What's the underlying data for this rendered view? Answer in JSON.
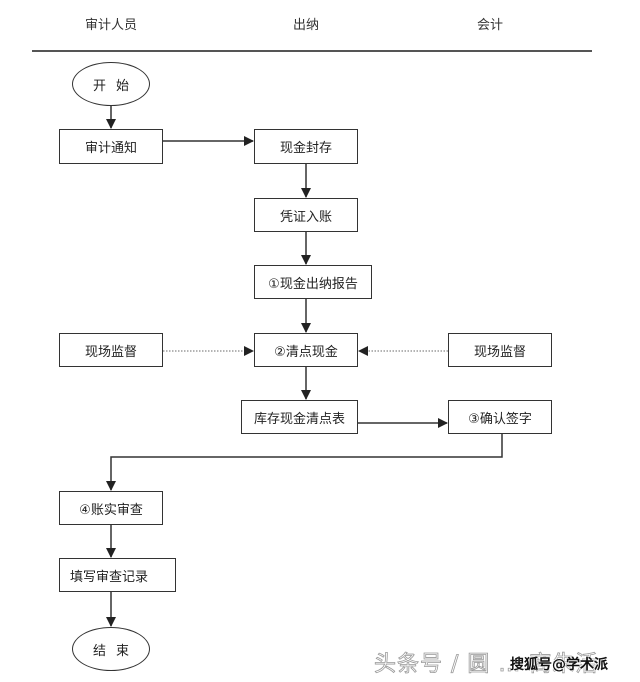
{
  "lanes": [
    "审计人员",
    "出纳",
    "会计"
  ],
  "start_label": "开始",
  "end_label": "结束",
  "steps": {
    "audit_notice": "审计通知",
    "cash_seal": "现金封存",
    "voucher_posting": "凭证入账",
    "cash_report": "①现金出纳报告",
    "count_cash": "②清点现金",
    "supervise_left": "现场监督",
    "supervise_right": "现场监督",
    "cash_count_sheet": "库存现金清点表",
    "confirm_sign": "③确认签字",
    "account_check": "④账实审查",
    "fill_record": "填写审查记录"
  },
  "watermark": {
    "primary": "头条号 / 圆 … 商朱活",
    "overlay": "搜狐号@学术派"
  },
  "colors": {
    "line": "#333333",
    "dotted": "#888888"
  }
}
